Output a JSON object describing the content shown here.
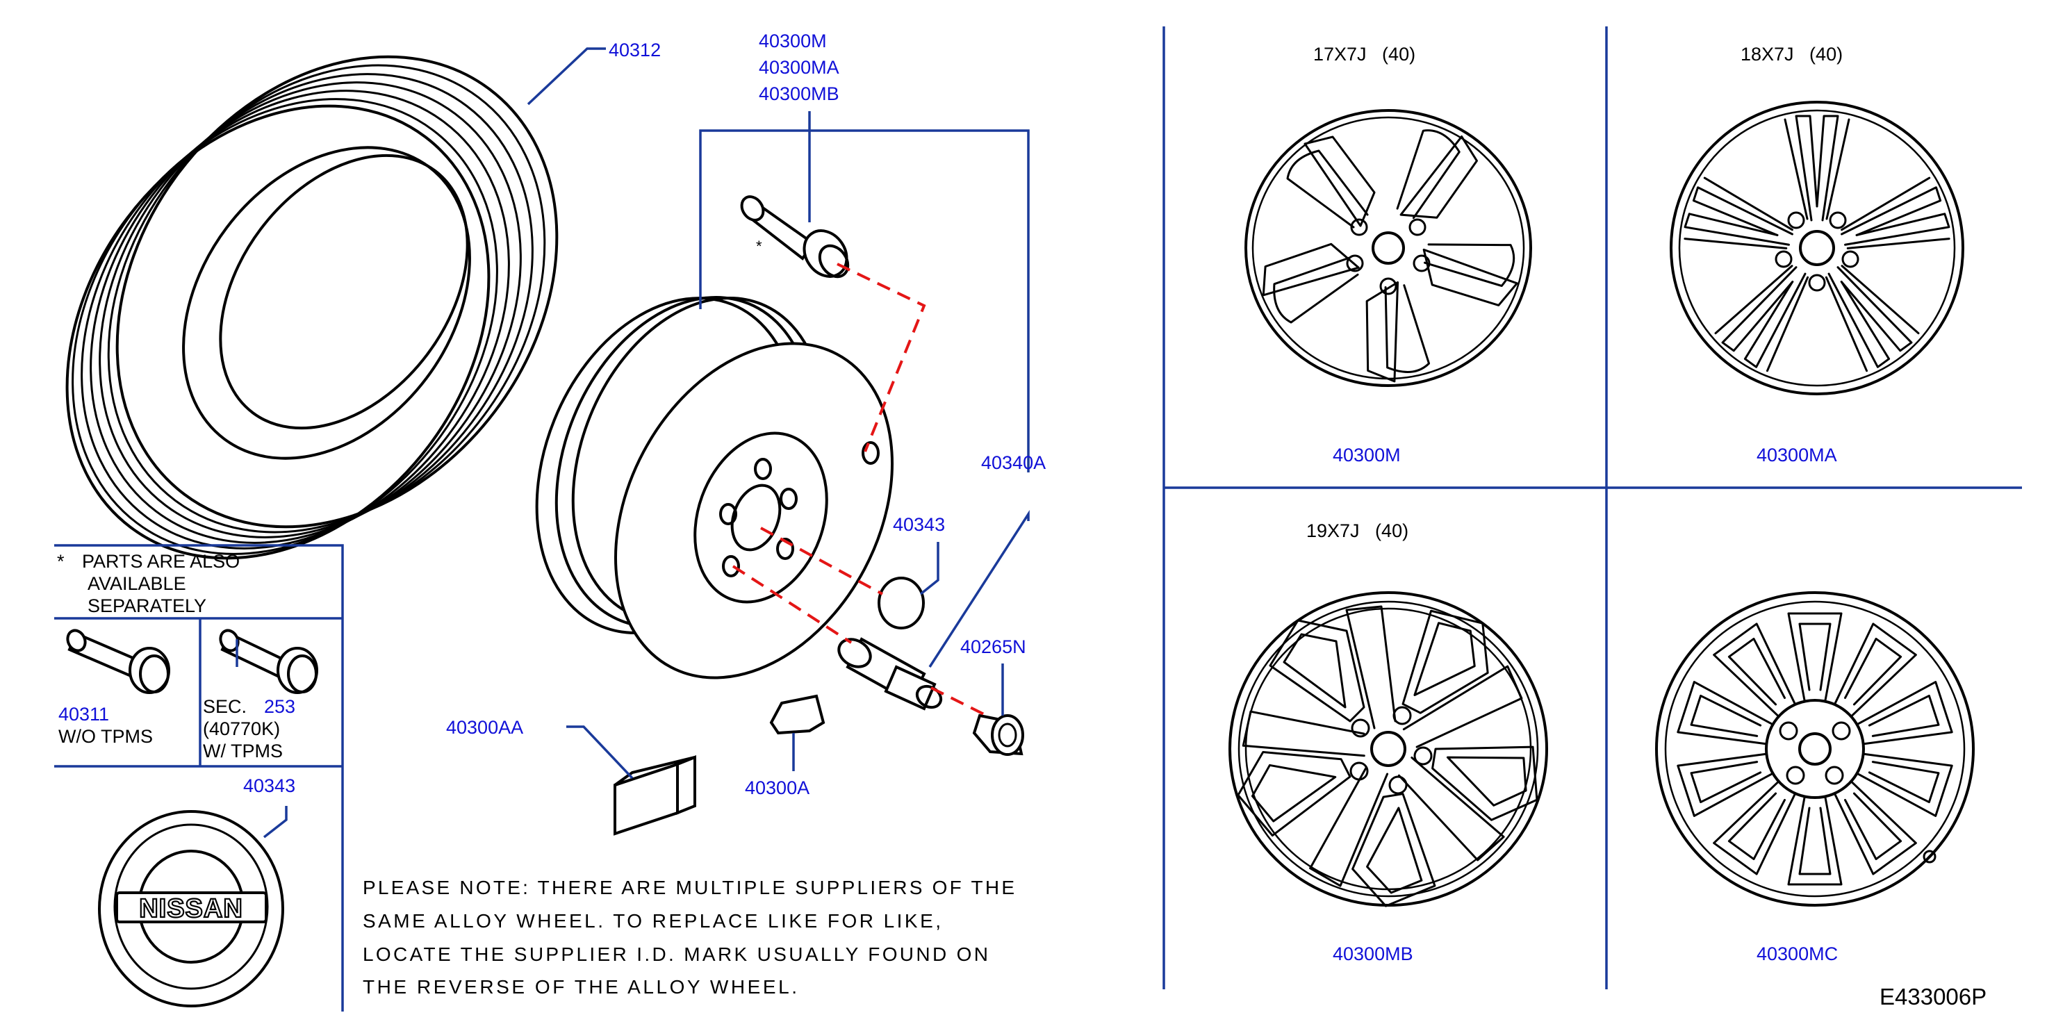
{
  "tire": {
    "part_no": "40312"
  },
  "valve_group": {
    "part_nos": [
      "40300M",
      "40300MA",
      "40300MB"
    ],
    "note_mark": "*"
  },
  "center_parts": {
    "wheel_assembly": "40340A",
    "center_cap": "40343",
    "nut": "40265N",
    "balance_weight": "40300AA",
    "clip_weight": "40300A"
  },
  "legend_box": {
    "note_line1": "PARTS  ARE  ALSO",
    "note_line2": "AVAILABLE",
    "note_line3": "SEPARATELY",
    "valve_wo": {
      "part_no": "40311",
      "desc": "W/O   TPMS"
    },
    "valve_w": {
      "sec_label": "SEC.",
      "sec_no": "253",
      "ref": "(40770K)",
      "desc": "W/   TPMS"
    },
    "cap": {
      "part_no": "40343",
      "logo_text": "NISSAN"
    }
  },
  "note_paragraph": [
    "PLEASE  NOTE:  THERE  ARE  MULTIPLE  SUPPLIERS  OF  THE",
    "SAME  ALLOY  WHEEL.  TO  REPLACE  LIKE  FOR  LIKE,",
    "LOCATE  THE  SUPPLIER  I.D.  MARK  USUALLY  FOUND  ON",
    "THE  REVERSE  OF  THE  ALLOY  WHEEL."
  ],
  "wheel_grid": [
    {
      "size": "17X7J   (40)",
      "part_no": "40300M"
    },
    {
      "size": "18X7J   (40)",
      "part_no": "40300MA"
    },
    {
      "size": "19X7J   (40)",
      "part_no": "40300MB"
    },
    {
      "size": "",
      "part_no": "40300MC"
    }
  ],
  "figure_code": "E433006P",
  "colors": {
    "label_blue": "#1010d8",
    "frame_blue": "#1a3a9a",
    "dash_red": "#e41616"
  }
}
